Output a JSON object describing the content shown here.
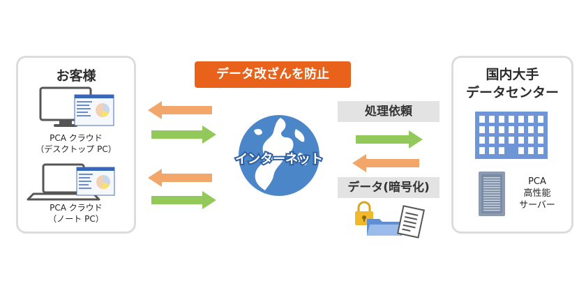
{
  "customer": {
    "title": "お客様",
    "desktop_label_line1": "PCA クラウド",
    "desktop_label_line2": "（デスクトップ PC）",
    "notebook_label_line1": "PCA クラウド",
    "notebook_label_line2": "（ノート PC）"
  },
  "banner": {
    "text": "データ改ざんを防止"
  },
  "internet": {
    "label": "インターネット"
  },
  "request": {
    "label": "処理依頼"
  },
  "data": {
    "label": "データ(暗号化)"
  },
  "datacenter": {
    "title_line1": "国内大手",
    "title_line2": "データセンター",
    "server_line1": "PCA",
    "server_line2": "高性能",
    "server_line3": "サーバー"
  },
  "colors": {
    "orange_arrow": "#f2a66a",
    "green_arrow": "#93c95a",
    "banner": "#e8621c",
    "globe_ocean": "#4a86c8",
    "globe_land": "#ffffff",
    "building": "#6e95d6",
    "server": "#8a9bb2",
    "panel_border": "#dcdcdc"
  },
  "icons": [
    "desktop-monitor-icon",
    "laptop-icon",
    "globe-icon",
    "building-icon",
    "server-icon",
    "padlock-icon",
    "folder-icon",
    "document-icon"
  ]
}
